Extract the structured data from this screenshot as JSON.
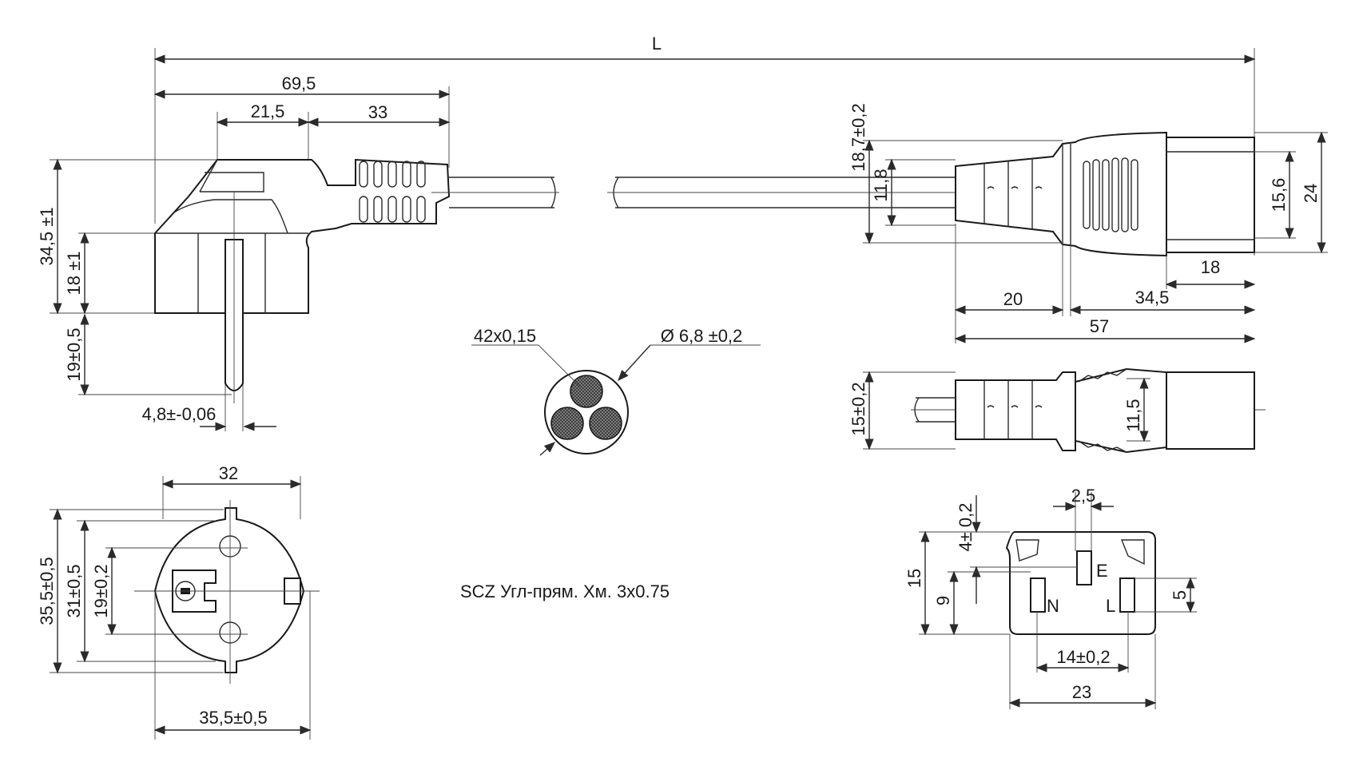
{
  "drawing": {
    "caption": "SCZ Угл-прям. Хм. 3x0.75",
    "dims": {
      "L": "L",
      "d69_5": "69,5",
      "d21_5": "21,5",
      "d33": "33",
      "d34_5_1": "34,5 ±1",
      "d18_1": "18 ±1",
      "d19_0_5": "19±0,5",
      "d4_8": "4,8±-0,06",
      "wires": "42x0,15",
      "diam": "Ø 6,8 ±0,2",
      "d18_7": "18,7±0,2",
      "d11_8": "11,8",
      "d15_6": "15,6",
      "d24": "24",
      "d18": "18",
      "d20": "20",
      "d34_5": "34,5",
      "d57": "57",
      "d15_0_2": "15±0,2",
      "d11_5": "11,5",
      "d32": "32",
      "d35_5_a": "35,5±0,5",
      "d31": "31±0,5",
      "d19_0_2": "19±0,2",
      "d35_5_b": "35,5±0,5",
      "d2_5": "2,5",
      "d4_0_2": "4± 0,2",
      "d15": "15",
      "d9": "9",
      "d5": "5",
      "d14": "14±0,2",
      "d23": "23",
      "pinE": "E",
      "pinN": "N",
      "pinL": "L"
    }
  }
}
